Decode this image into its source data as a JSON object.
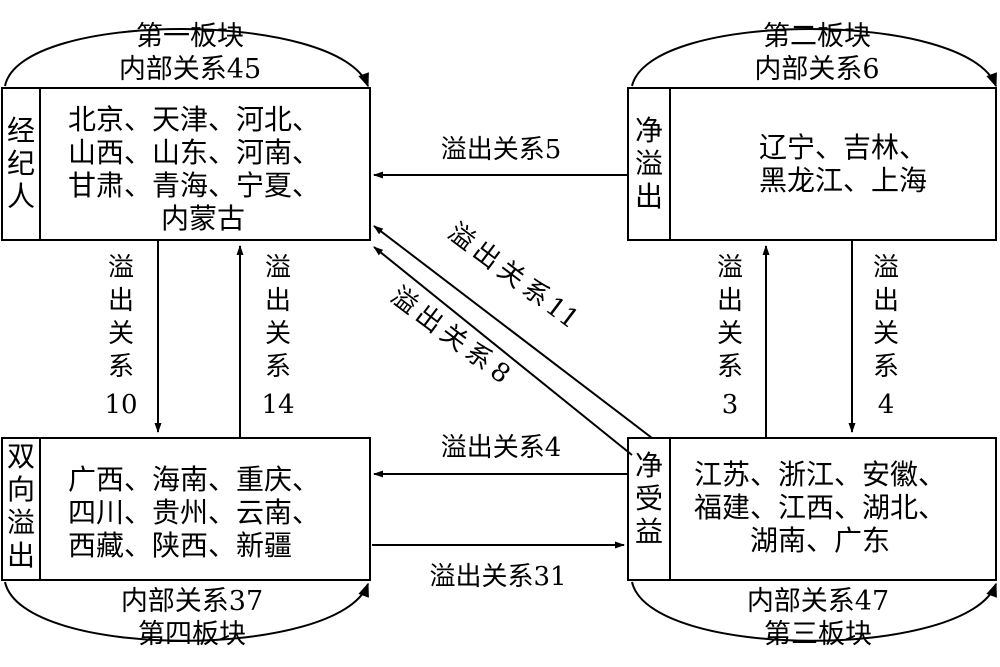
{
  "blocks": {
    "b1": {
      "title": "第一板块",
      "internal": "内部关系45",
      "role": [
        "经",
        "纪",
        "人"
      ],
      "provinces": [
        "北京、天津、河北、",
        "山西、山东、河南、",
        "甘肃、青海、宁夏、",
        "内蒙古"
      ]
    },
    "b2": {
      "title": "第二板块",
      "internal": "内部关系6",
      "role": [
        "净",
        "溢",
        "出"
      ],
      "provinces": [
        "辽宁、吉林、",
        "黑龙江、上海"
      ]
    },
    "b3": {
      "title": "第三板块",
      "internal": "内部关系47",
      "role": [
        "净",
        "受",
        "益"
      ],
      "provinces": [
        "江苏、浙江、安徽、",
        "福建、江西、湖北、",
        "湖南、广东"
      ]
    },
    "b4": {
      "title": "第四板块",
      "internal": "内部关系37",
      "role": [
        "双",
        "向",
        "溢",
        "出"
      ],
      "provinces": [
        "广西、海南、重庆、",
        "四川、贵州、云南、",
        "西藏、陕西、新疆"
      ]
    }
  },
  "relations": {
    "r2to1": "溢出关系5",
    "r3to4": "溢出关系4",
    "r4to3": "溢出关系31",
    "r1to4_chars": [
      "溢",
      "出",
      "关",
      "系"
    ],
    "r1to4_num": "10",
    "r4to1_chars": [
      "溢",
      "出",
      "关",
      "系"
    ],
    "r4to1_num": "14",
    "r3to2_chars": [
      "溢",
      "出",
      "关",
      "系"
    ],
    "r3to2_num": "3",
    "r2to3_chars": [
      "溢",
      "出",
      "关",
      "系"
    ],
    "r2to3_num": "4",
    "r3to1a_chars": [
      "溢",
      "出",
      "关",
      "系"
    ],
    "r3to1a_num": "11",
    "r3to1b_chars": [
      "溢",
      "出",
      "关",
      "系"
    ],
    "r3to1b_num": "8"
  }
}
